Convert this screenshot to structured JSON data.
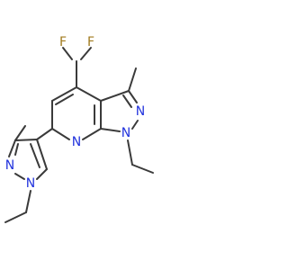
{
  "colors": {
    "background": "#ffffff",
    "bond": "#3a3a3a",
    "nitrogen": "#2233dd",
    "fluorine": "#a07a1c"
  },
  "atoms": {
    "f1": "F",
    "f2": "F",
    "n_pyridine": "N",
    "n_pyrazole_ring1": "N",
    "n_pyrazole_ring2": "N",
    "n_side_ring1": "N",
    "n_side_ring2": "N"
  }
}
